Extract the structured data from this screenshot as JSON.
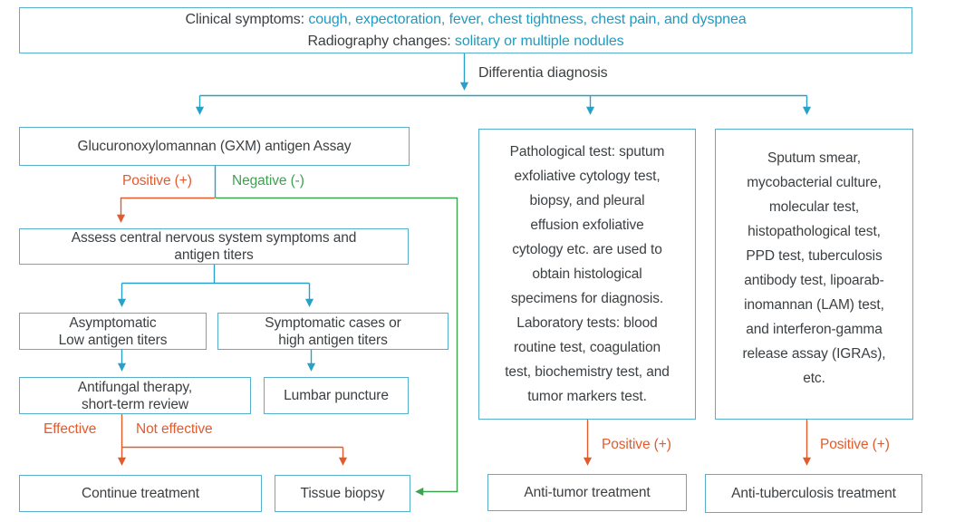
{
  "colors": {
    "border": "#57afcb",
    "teal": "#29a0c8",
    "cyan_text": "#1e9bc0",
    "orange": "#e25b2d",
    "green": "#3ea150",
    "text": "#3c4043",
    "bg": "#ffffff"
  },
  "top_box": {
    "line1_label": "Clinical symptoms: ",
    "line1_value": "cough, expectoration, fever, chest tightness, chest pain, and dyspnea",
    "line2_label": "Radiography changes: ",
    "line2_value": "solitary or multiple nodules"
  },
  "labels": {
    "differential": "Differentia diagnosis",
    "positive": "Positive (+)",
    "negative": "Negative (-)",
    "effective": "Effective",
    "not_effective": "Not effective",
    "positive_mid": "Positive (+)",
    "positive_right": "Positive (+)"
  },
  "nodes": {
    "gxm": "Glucuronoxylomannan (GXM) antigen  Assay",
    "assess": "Assess central nervous system symptoms and\nantigen titers",
    "asymptomatic": "Asymptomatic\nLow antigen titers",
    "symptomatic": "Symptomatic cases or\nhigh antigen titers",
    "antifungal": "Antifungal therapy,\nshort-term review",
    "lumbar": "Lumbar puncture",
    "continue_treatment": "Continue treatment",
    "tissue_biopsy": "Tissue biopsy",
    "pathological": "Pathological test: sputum\nexfoliative cytology test,\nbiopsy, and pleural\neffusion exfoliative\ncytology etc. are used to\nobtain histological\nspecimens for diagnosis.\nLaboratory tests: blood\nroutine test, coagulation\ntest, biochemistry test, and\ntumor markers test.",
    "tuberculosis": "Sputum smear,\nmycobacterial culture,\nmolecular test,\nhistopathological test,\nPPD test, tuberculosis\nantibody test, lipoarab-\ninomannan (LAM) test,\nand interferon-gamma\nrelease assay (IGRAs),\netc.",
    "anti_tumor": "Anti-tumor treatment",
    "anti_tb": "Anti-tuberculosis treatment"
  }
}
